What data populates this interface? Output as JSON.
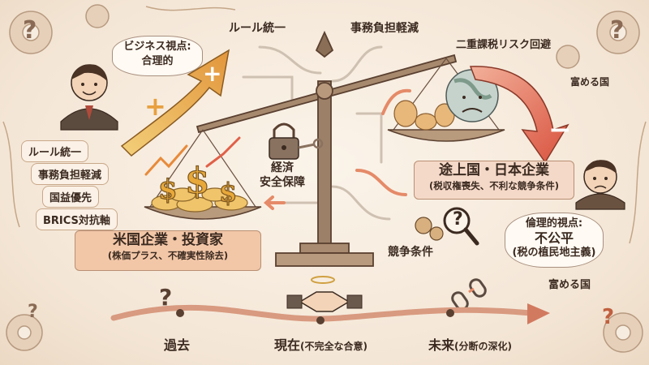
{
  "top_labels": {
    "left": "ルール統一",
    "middle": "事務負担軽減",
    "right": "二重課税リスク回避",
    "right_sub": "富める国"
  },
  "business_view": {
    "line1": "ビジネス視点:",
    "line2": "合理的"
  },
  "left_list": [
    "ルール統一",
    "事務負担軽減",
    "国益優先",
    "BRICS対抗軸"
  ],
  "lock_label": {
    "line1": "経済",
    "line2": "安全保障"
  },
  "left_banner": {
    "title": "米国企業・投資家",
    "subtitle": "(株価プラス、不確実性除去)"
  },
  "right_banner": {
    "title": "途上国・日本企業",
    "subtitle": "(税収権喪失、不利な競争条件)"
  },
  "competition_label": "競争条件",
  "ethical_view": {
    "line1": "倫理的視点:",
    "line2": "不公平",
    "line3": "(税の植民地主義)"
  },
  "rich_country_bottom": "富める国",
  "timeline": {
    "past": "過去",
    "present": "現在",
    "present_note": "(不完全な合意)",
    "future": "未来",
    "future_note": "(分断の深化)"
  },
  "symbols": {
    "plus": "+",
    "minus": "−",
    "question": "?"
  },
  "colors": {
    "up_arrow": "#e2a24a",
    "down_arrow": "#e0705a",
    "banner_left": "#f2c7a8",
    "banner_right": "#f5d9c8",
    "outline": "#5a4030"
  }
}
